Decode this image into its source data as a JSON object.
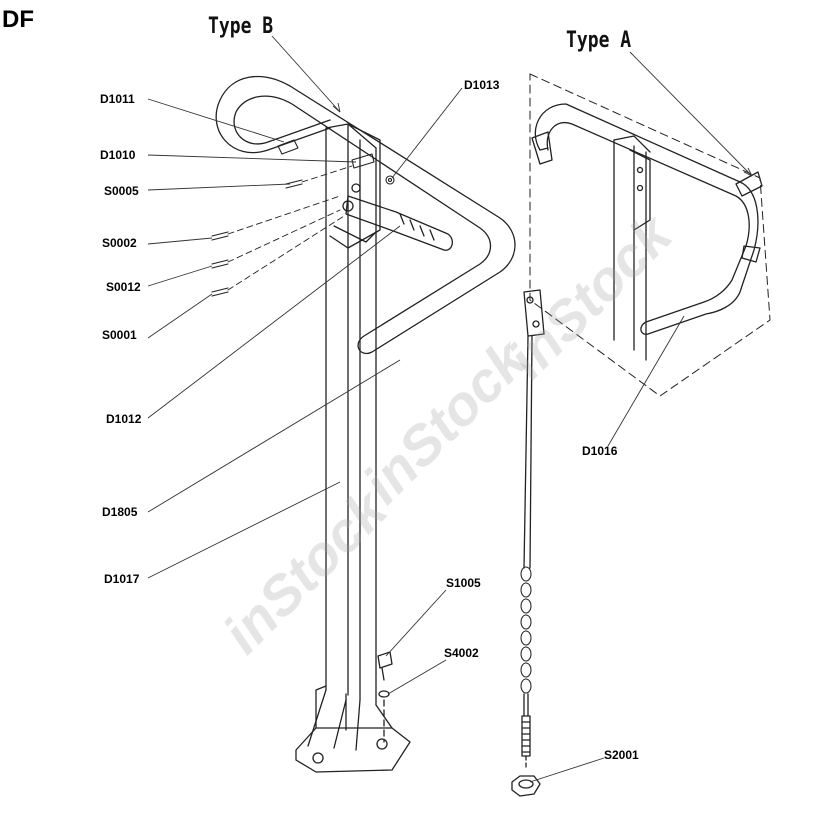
{
  "page": {
    "corner_label": "DF"
  },
  "diagram": {
    "type_b_title": "Type B",
    "type_a_title": "Type A",
    "watermark_text": "inStock",
    "parts": {
      "d1011": "D1011",
      "d1010": "D1010",
      "s0005": "S0005",
      "s0002": "S0002",
      "s0012": "S0012",
      "s0001": "S0001",
      "d1012": "D1012",
      "d1805": "D1805",
      "d1017": "D1017",
      "d1013": "D1013",
      "d1016": "D1016",
      "s1005": "S1005",
      "s4002": "S4002",
      "s2001": "S2001"
    }
  }
}
